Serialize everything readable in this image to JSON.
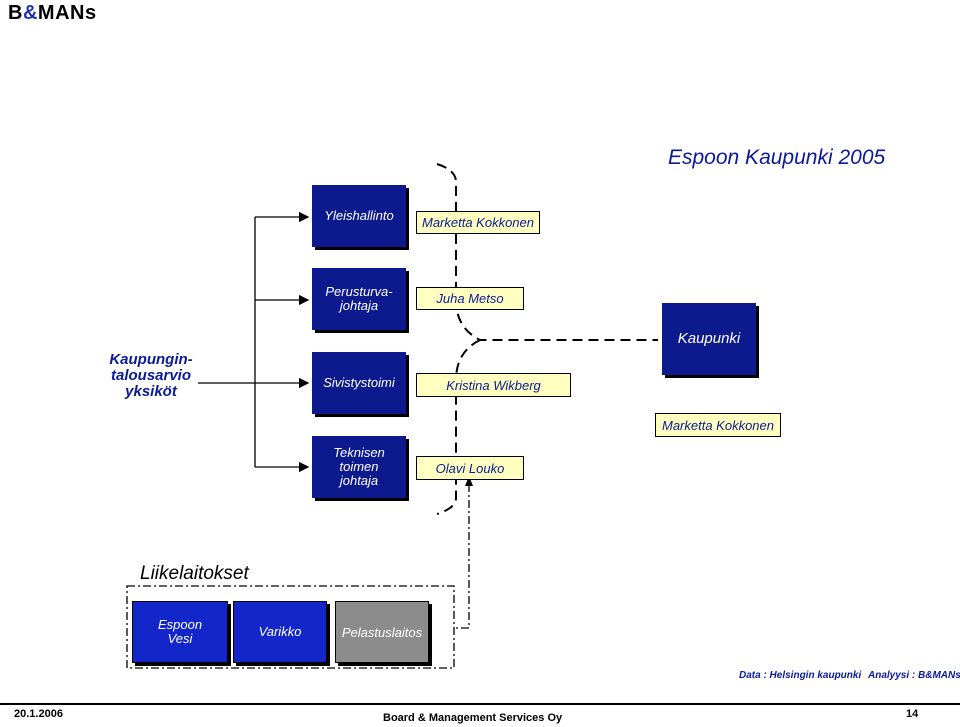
{
  "header": {
    "logo_b": "B",
    "logo_amp": "&",
    "logo_mans": "MANs"
  },
  "title": "Espoon Kaupunki 2005",
  "left_unit": {
    "label_line1": "Kaupungin-",
    "label_line2": "talousarvio",
    "label_line3": "yksiköt"
  },
  "org_boxes": [
    {
      "label": "Yleishallinto",
      "person": "Marketta Kokkonen"
    },
    {
      "label_line1": "Perusturva-",
      "label_line2": "johtaja",
      "person": "Juha Metso"
    },
    {
      "label": "Sivistystoimi",
      "person": "Kristina Wikberg"
    },
    {
      "label_line1": "Teknisen",
      "label_line2": "toimen",
      "label_line3": "johtaja",
      "person": "Olavi Louko"
    }
  ],
  "city": {
    "label": "Kaupunki",
    "person": "Marketta Kokkonen"
  },
  "enterprises": {
    "heading": "Liikelaitokset",
    "items": [
      {
        "label_line1": "Espoon",
        "label_line2": "Vesi"
      },
      {
        "label": "Varikko"
      },
      {
        "label": "Pelastuslaitos"
      }
    ]
  },
  "source": {
    "data": "Data : Helsingin kaupunki",
    "analysis": "Analyysi : B&MANs"
  },
  "footer": {
    "date": "20.1.2006",
    "company": "Board & Management Services Oy",
    "page": "14"
  },
  "colors": {
    "navy": "#0d1a8e",
    "box_blue": "#1226c9",
    "grey": "#8c8c8c",
    "yellow": "#ffffc0"
  }
}
